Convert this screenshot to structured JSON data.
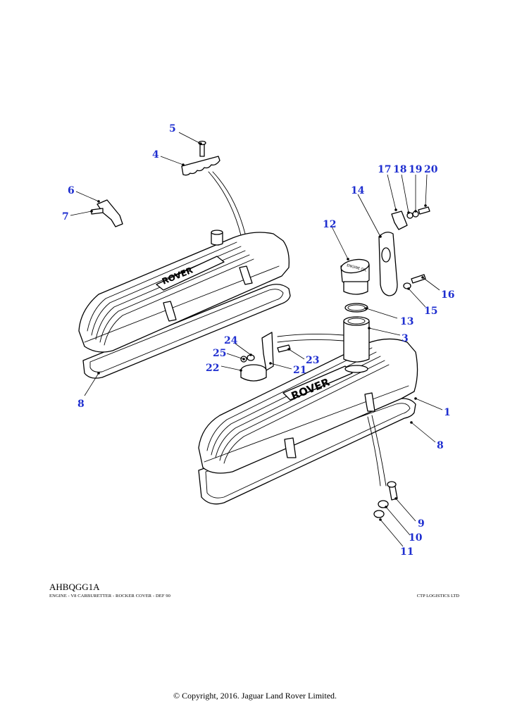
{
  "diagram": {
    "code": "AHBQGG1A",
    "description": "ENGINE - V8 CARBURETTER - ROCKER COVER - DEF 90",
    "supplier": "CTP LOGISTICS LTD",
    "copyright": "© Copyright, 2016. Jaguar Land Rover Limited.",
    "cover_lettering": "ROVER",
    "filler_cap_lettering": "ENGINE OIL",
    "callout_color": "#1f2fd0",
    "callouts": [
      "1",
      "3",
      "4",
      "5",
      "6",
      "7",
      "8",
      "8",
      "9",
      "10",
      "11",
      "12",
      "13",
      "14",
      "15",
      "16",
      "17",
      "18",
      "19",
      "20",
      "21",
      "22",
      "23",
      "24",
      "25"
    ]
  }
}
